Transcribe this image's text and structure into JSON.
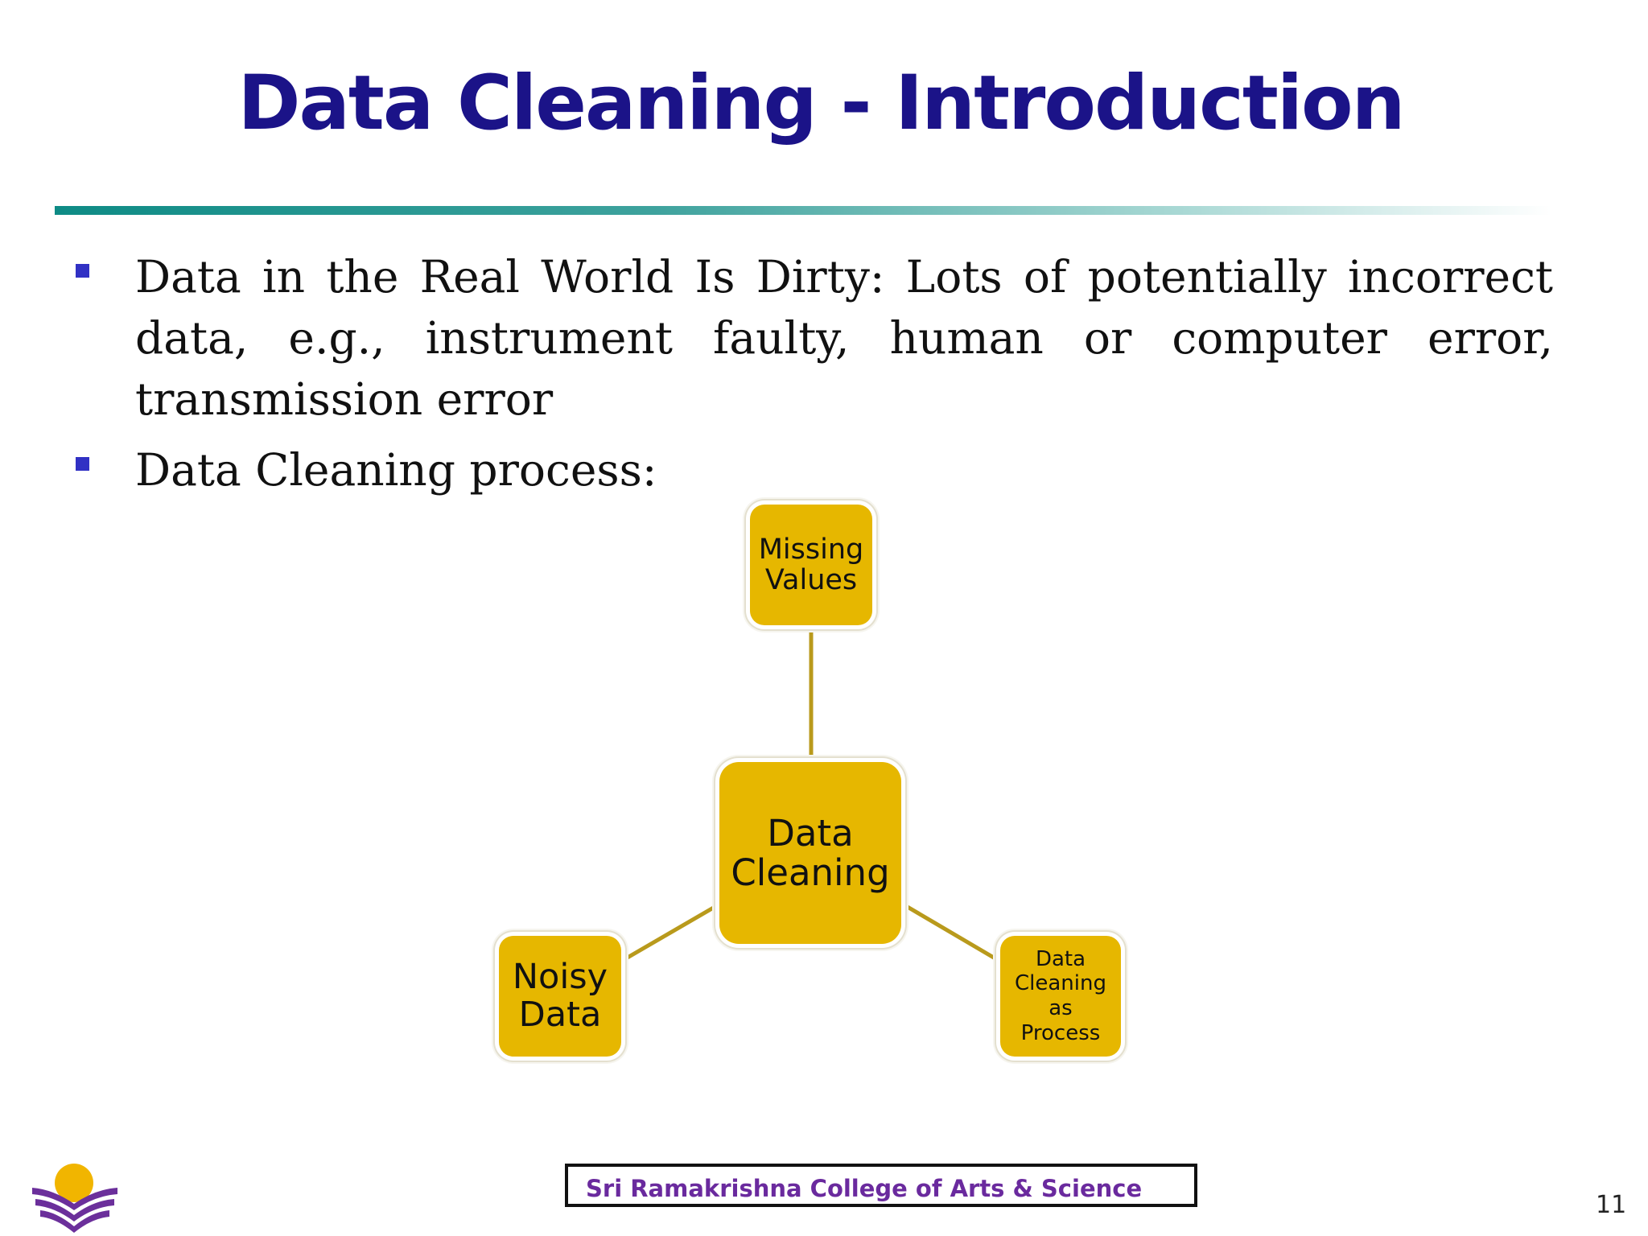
{
  "slide": {
    "title": "Data Cleaning - Introduction",
    "page_number": "11"
  },
  "bullets": [
    {
      "text": "Data in the Real World Is Dirty: Lots of potentially incorrect data, e.g., instrument faulty, human or computer error, transmission error"
    },
    {
      "text": "Data Cleaning process:"
    }
  ],
  "diagram": {
    "center": {
      "lines": [
        "Data",
        "Cleaning"
      ]
    },
    "top": {
      "lines": [
        "Missing",
        "Values"
      ]
    },
    "left": {
      "lines": [
        "Noisy",
        "Data"
      ]
    },
    "right": {
      "lines": [
        "Data",
        "Cleaning",
        "as",
        "Process"
      ]
    },
    "colors": {
      "node_fill": "#e6b700",
      "connector": "#b99a1c"
    }
  },
  "footer": {
    "institution": "Sri Ramakrishna College of Arts & Science"
  },
  "colors": {
    "title": "#1b1388",
    "bullet_marker": "#3131c4",
    "footer_text": "#6a2a9e"
  }
}
